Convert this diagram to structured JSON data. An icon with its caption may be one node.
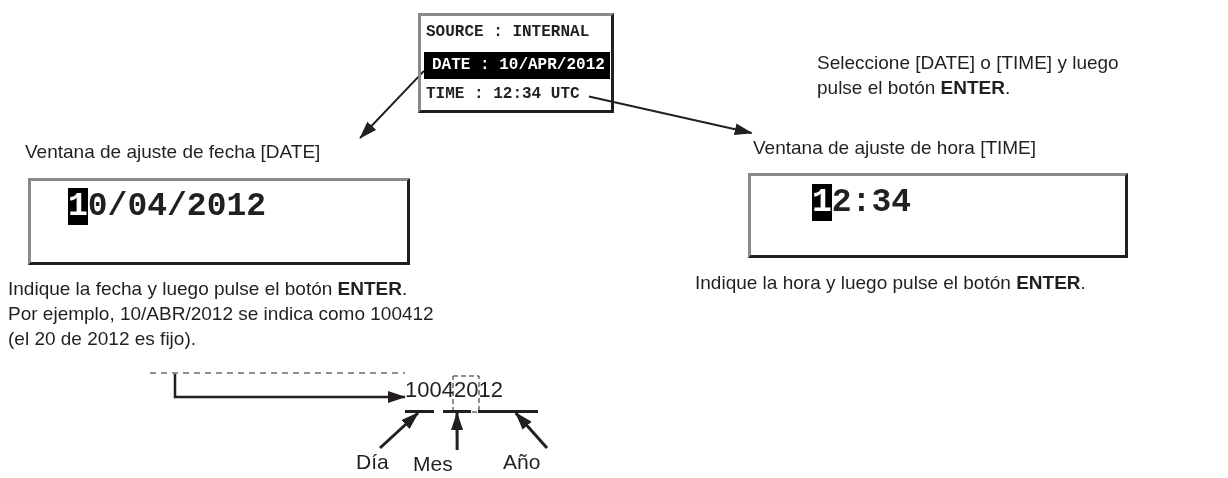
{
  "diagram": {
    "nodes": [
      {
        "text": [],
        "shape": "box"
      },
      {
        "text": [
          "SOURCE : INTERNAL"
        ],
        "in": 0
      },
      {
        "text": [
          "DATE : 10/APR/2012"
        ],
        "in": 0
      },
      {
        "text": [
          "TIME : 12:34 UTC"
        ],
        "in": 0
      },
      {
        "text": [
          "Ventana de ajuste de fecha [DATE]",
          "10/04/2012"
        ],
        "beside": [
          "Indique la fecha y luego pulse el botón **ENTER**. Por ejemplo, 10/ABR/2012 se indica como 100412 (el 20 de 2012 es fijo)."
        ]
      },
      {
        "text": [
          "Ventana de ajuste de hora [TIME]",
          "12:34"
        ],
        "beside": [
          "Indique la hora y luego pulse el botón **ENTER**."
        ]
      },
      {
        "text": [
          "10042012"
        ]
      },
      {
        "text": [],
        "shape": "bar"
      },
      {
        "text": [],
        "shape": "bar"
      },
      {
        "text": [],
        "shape": "bar"
      },
      {
        "text": [
          "Día"
        ]
      },
      {
        "text": [
          "Mes"
        ]
      },
      {
        "text": [
          "Año"
        ]
      }
    ],
    "edges": [
      {
        "from": 2,
        "to": 4,
        "arrow": "to"
      },
      {
        "from": 3,
        "to": 5,
        "arrow": "to"
      },
      {
        "from": null,
        "to": 6,
        "arrow": "to"
      },
      {
        "from": 10,
        "to": 7,
        "arrow": "to"
      },
      {
        "from": 11,
        "to": 8,
        "arrow": "to"
      },
      {
        "from": 12,
        "to": 9,
        "arrow": "to"
      }
    ],
    "labels": [
      "Seleccione [DATE] o [TIME] y luego pulse el botón **ENTER**."
    ]
  }
}
